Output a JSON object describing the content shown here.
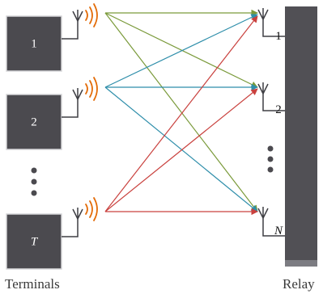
{
  "terminals": [
    {
      "label": "1",
      "italic": false
    },
    {
      "label": "2",
      "italic": false
    },
    {
      "label": "T",
      "italic": true
    }
  ],
  "relay_ports": [
    {
      "label": "1",
      "italic": false
    },
    {
      "label": "2",
      "italic": false
    },
    {
      "label": "N",
      "italic": true
    }
  ],
  "captions": {
    "terminals": "Terminals",
    "relay": "Relay"
  },
  "colors": {
    "terminal_box": "#4b4a4f",
    "relay_body": "#515055",
    "signal_waves": "#e36c09",
    "links_terminal_1": "#7a9a3a",
    "links_terminal_2": "#2e8eaa",
    "links_terminal_T": "#c9413e"
  },
  "icons": {
    "antenna": "antenna-icon",
    "signal": "signal-wave-icon",
    "ellipsis": "vertical-ellipsis-icon"
  }
}
